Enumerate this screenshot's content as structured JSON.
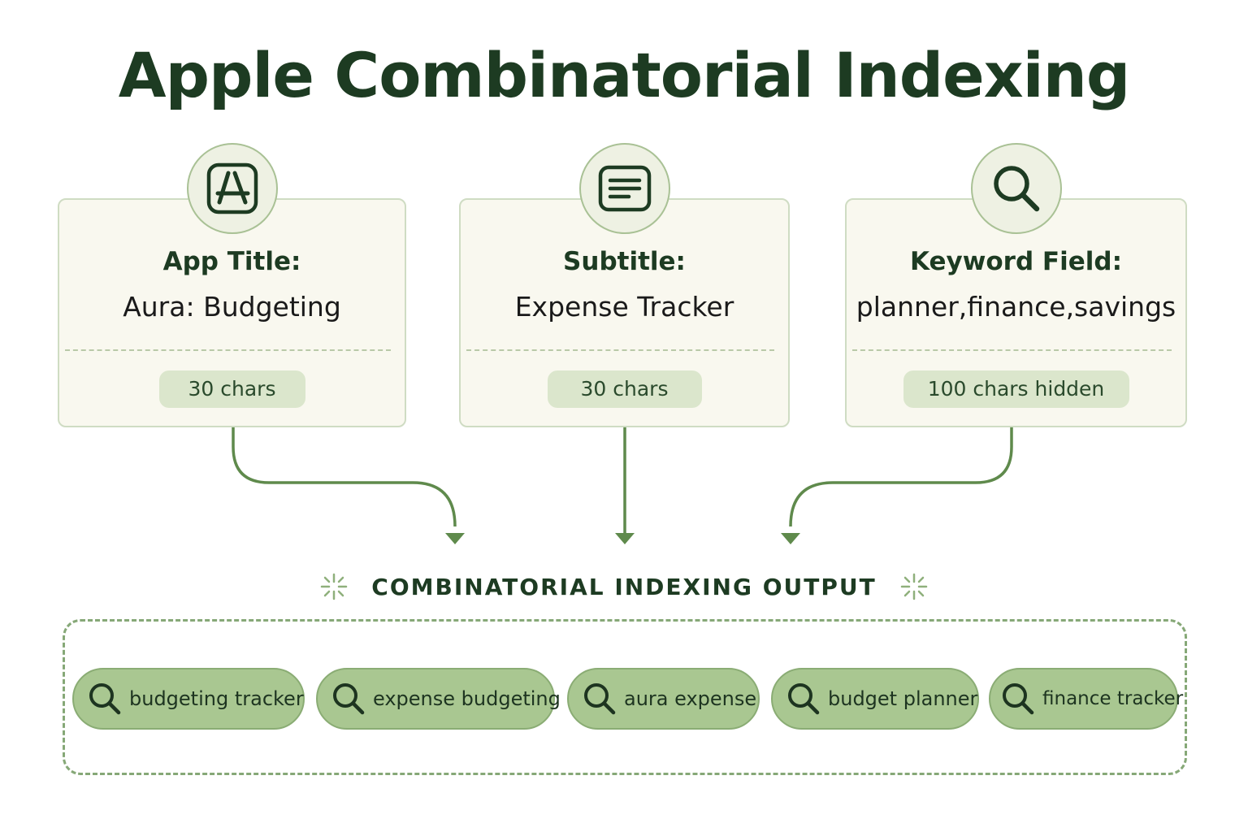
{
  "title": "Apple Combinatorial Indexing",
  "cards": [
    {
      "label": "App Title:",
      "value": "Aura: Budgeting",
      "badge": "30 chars",
      "icon": "app-store-icon"
    },
    {
      "label": "Subtitle:",
      "value": "Expense Tracker",
      "badge": "30 chars",
      "icon": "document-lines-icon"
    },
    {
      "label": "Keyword Field:",
      "value": "planner,finance,savings",
      "badge": "100 chars hidden",
      "icon": "search-icon"
    }
  ],
  "output": {
    "title": "COMBINATORIAL INDEXING OUTPUT",
    "results": [
      "budgeting tracker",
      "expense budgeting",
      "aura expense",
      "budget planner",
      "finance tracker"
    ]
  },
  "colors": {
    "accent_dark": "#1d3b22",
    "arrow": "#5f8a4c",
    "pill_fill": "#a9c791",
    "badge_fill": "#dbe6cc",
    "card_fill": "#f9f8ef"
  }
}
